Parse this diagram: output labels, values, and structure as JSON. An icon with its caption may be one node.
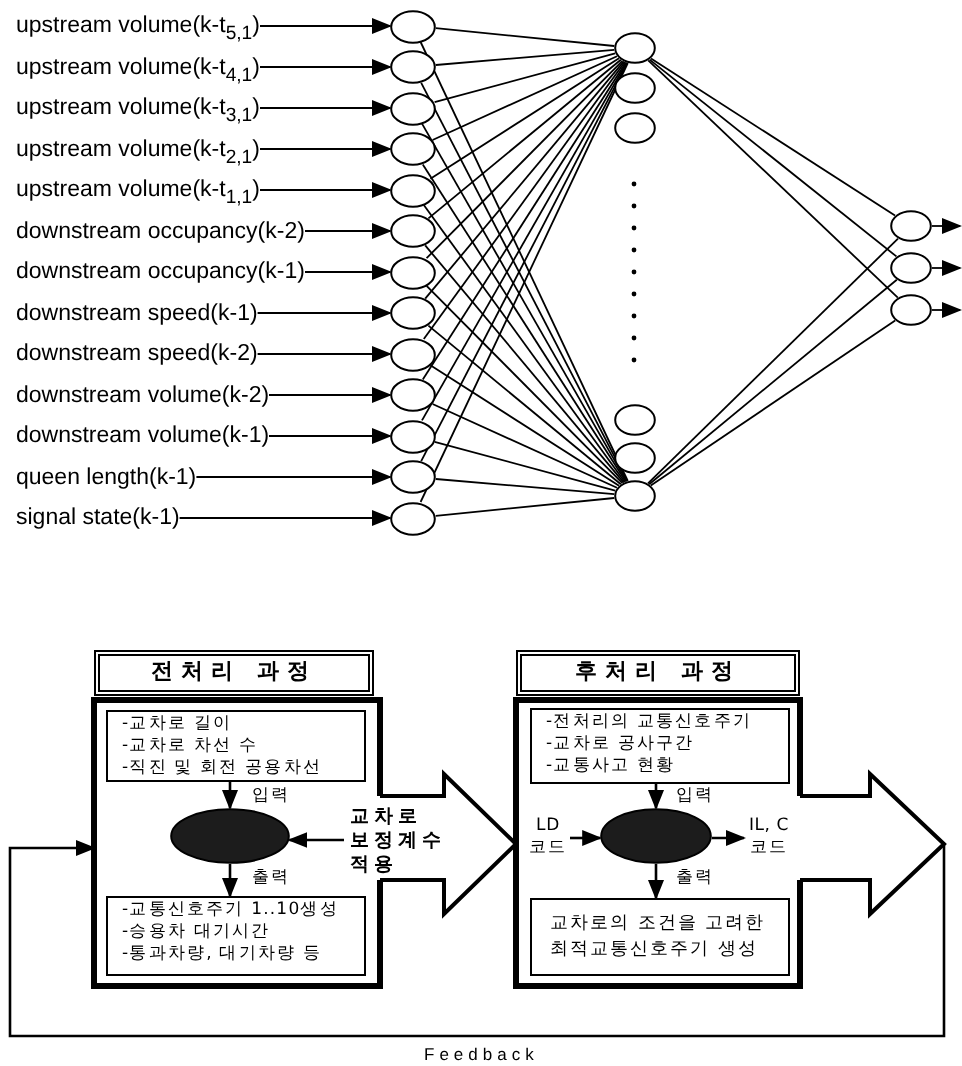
{
  "diagram": {
    "nodes": [
      {
        "text": [
          "upstream volume(k-t$_{5,1}$)"
        ]
      },
      {
        "text": [
          "upstream volume(k-t$_{4,1}$)"
        ]
      },
      {
        "text": [
          "upstream volume(k-t$_{3,1}$)"
        ]
      },
      {
        "text": [
          "upstream volume(k-t$_{2,1}$)"
        ]
      },
      {
        "text": [
          "upstream volume(k-t$_{1,1}$)"
        ]
      },
      {
        "text": [
          "downstream occupancy(k-2)"
        ]
      },
      {
        "text": [
          "downstream occupancy(k-1)"
        ]
      },
      {
        "text": [
          "downstream speed(k-1)"
        ]
      },
      {
        "text": [
          "downstream speed(k-2)"
        ]
      },
      {
        "text": [
          "downstream volume(k-2)"
        ]
      },
      {
        "text": [
          "downstream volume(k-1)"
        ]
      },
      {
        "text": [
          "queen length(k-1)"
        ]
      },
      {
        "text": [
          "signal state(k-1)"
        ]
      },
      {
        "text": [],
        "shape": "circle"
      },
      {
        "text": [],
        "shape": "circle"
      },
      {
        "text": [],
        "shape": "circle"
      },
      {
        "text": [],
        "shape": "circle"
      },
      {
        "text": [],
        "shape": "circle"
      },
      {
        "text": [],
        "shape": "circle"
      },
      {
        "text": [],
        "shape": "circle"
      },
      {
        "text": [],
        "shape": "circle"
      },
      {
        "text": [],
        "shape": "circle"
      },
      {
        "text": [],
        "shape": "circle"
      },
      {
        "text": [],
        "shape": "circle"
      },
      {
        "text": [],
        "shape": "circle"
      },
      {
        "text": [],
        "shape": "circle"
      },
      {
        "text": [],
        "shape": "circle"
      },
      {
        "text": [],
        "shape": "circle"
      },
      {
        "text": [],
        "shape": "circle"
      },
      {
        "text": [],
        "shape": "circle"
      },
      {
        "text": [],
        "shape": "circle"
      },
      {
        "text": [],
        "shape": "circle"
      },
      {
        "text": [],
        "shape": "circle"
      },
      {
        "text": [],
        "shape": "circle"
      },
      {
        "text": [],
        "shape": "circle"
      },
      {
        "text": [
          "전처리 과정"
        ]
      },
      {
        "text": [],
        "shape": "box"
      },
      {
        "text": [
          "-교차로 길이",
          "-교차로 차선 수",
          "-직진 및 회전 공용차선"
        ],
        "in": 36
      },
      {
        "text": [],
        "shape": "ellipse",
        "in": 36
      },
      {
        "text": [
          "-교통신호주기 1..10생성",
          "-승용차 대기시간",
          "-통과차량, 대기차량 등"
        ],
        "in": 36
      },
      {
        "text": [
          "교차로 보정계수 적용"
        ]
      },
      {
        "text": [
          "후처리 과정"
        ]
      },
      {
        "text": [],
        "shape": "box"
      },
      {
        "text": [
          "-전처리의 교통신호주기",
          "-교차로 공사구간",
          "-교통사고 현황"
        ],
        "in": 42
      },
      {
        "text": [],
        "shape": "ellipse",
        "in": 42
      },
      {
        "text": [
          "교차로의 조건을 고려한 최적교통신호주기 생성"
        ],
        "in": 42
      },
      {
        "text": [
          "LD 코드"
        ],
        "in": 42
      },
      {
        "text": [
          "IL, C 코드"
        ],
        "in": 42
      },
      {
        "text": [],
        "shape": "arrow"
      }
    ],
    "edges": [
      {
        "from": 0,
        "to": 13,
        "arrow": "to"
      },
      {
        "from": 1,
        "to": 14,
        "arrow": "to"
      },
      {
        "from": 2,
        "to": 15,
        "arrow": "to"
      },
      {
        "from": 3,
        "to": 16,
        "arrow": "to"
      },
      {
        "from": 4,
        "to": 17,
        "arrow": "to"
      },
      {
        "from": 5,
        "to": 18,
        "arrow": "to"
      },
      {
        "from": 6,
        "to": 19,
        "arrow": "to"
      },
      {
        "from": 7,
        "to": 20,
        "arrow": "to"
      },
      {
        "from": 8,
        "to": 21,
        "arrow": "to"
      },
      {
        "from": 9,
        "to": 22,
        "arrow": "to"
      },
      {
        "from": 10,
        "to": 23,
        "arrow": "to"
      },
      {
        "from": 11,
        "to": 24,
        "arrow": "to"
      },
      {
        "from": 12,
        "to": 25,
        "arrow": "to"
      },
      {
        "from": 13,
        "to": 26,
        "arrow": "none"
      },
      {
        "from": 13,
        "to": 31,
        "arrow": "none"
      },
      {
        "from": 14,
        "to": 26,
        "arrow": "none"
      },
      {
        "from": 14,
        "to": 31,
        "arrow": "none"
      },
      {
        "from": 15,
        "to": 26,
        "arrow": "none"
      },
      {
        "from": 15,
        "to": 31,
        "arrow": "none"
      },
      {
        "from": 16,
        "to": 26,
        "arrow": "none"
      },
      {
        "from": 16,
        "to": 31,
        "arrow": "none"
      },
      {
        "from": 17,
        "to": 26,
        "arrow": "none"
      },
      {
        "from": 17,
        "to": 31,
        "arrow": "none"
      },
      {
        "from": 18,
        "to": 26,
        "arrow": "none"
      },
      {
        "from": 18,
        "to": 31,
        "arrow": "none"
      },
      {
        "from": 19,
        "to": 26,
        "arrow": "none"
      },
      {
        "from": 19,
        "to": 31,
        "arrow": "none"
      },
      {
        "from": 20,
        "to": 26,
        "arrow": "none"
      },
      {
        "from": 20,
        "to": 31,
        "arrow": "none"
      },
      {
        "from": 21,
        "to": 26,
        "arrow": "none"
      },
      {
        "from": 21,
        "to": 31,
        "arrow": "none"
      },
      {
        "from": 22,
        "to": 26,
        "arrow": "none"
      },
      {
        "from": 22,
        "to": 31,
        "arrow": "none"
      },
      {
        "from": 23,
        "to": 26,
        "arrow": "none"
      },
      {
        "from": 23,
        "to": 31,
        "arrow": "none"
      },
      {
        "from": 24,
        "to": 26,
        "arrow": "none"
      },
      {
        "from": 24,
        "to": 31,
        "arrow": "none"
      },
      {
        "from": 25,
        "to": 26,
        "arrow": "none"
      },
      {
        "from": 25,
        "to": 31,
        "arrow": "none"
      },
      {
        "from": 26,
        "to": 32,
        "arrow": "none"
      },
      {
        "from": 26,
        "to": 33,
        "arrow": "none"
      },
      {
        "from": 26,
        "to": 34,
        "arrow": "none"
      },
      {
        "from": 31,
        "to": 32,
        "arrow": "none"
      },
      {
        "from": 31,
        "to": 33,
        "arrow": "none"
      },
      {
        "from": 31,
        "to": 34,
        "arrow": "none"
      },
      {
        "from": 32,
        "to": null,
        "arrow": "to"
      },
      {
        "from": 33,
        "to": null,
        "arrow": "to"
      },
      {
        "from": 34,
        "to": null,
        "arrow": "to"
      },
      {
        "from": 37,
        "to": 38,
        "arrow": "to",
        "label": "입력"
      },
      {
        "from": 38,
        "to": 39,
        "arrow": "to",
        "label": "출력"
      },
      {
        "from": 40,
        "to": 38,
        "arrow": "to"
      },
      {
        "from": 43,
        "to": 44,
        "arrow": "to",
        "label": "입력"
      },
      {
        "from": 44,
        "to": 45,
        "arrow": "to",
        "label": "출력"
      },
      {
        "from": 46,
        "to": 44,
        "arrow": "to"
      },
      {
        "from": 44,
        "to": 47,
        "arrow": "to"
      },
      {
        "from": 48,
        "to": 36,
        "arrow": "to",
        "label": "Feedback"
      }
    ]
  }
}
